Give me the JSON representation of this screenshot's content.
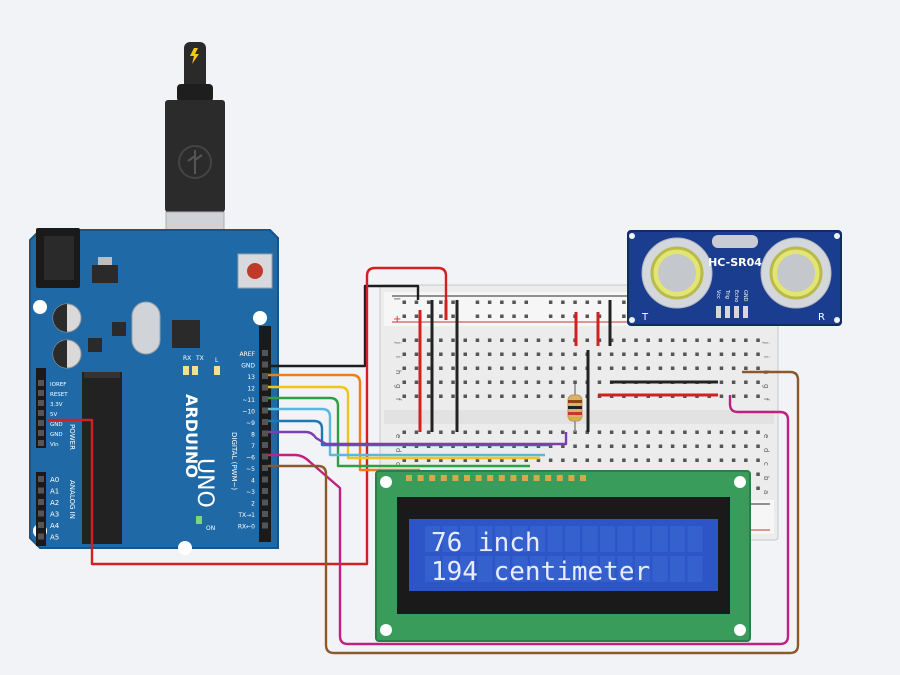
{
  "arduino": {
    "brand": "ARDUINO",
    "model": "UNO",
    "digital_header_label": "DIGITAL (PWM~)",
    "power_header_label": "POWER",
    "analog_header_label": "ANALOG IN",
    "on_label": "ON",
    "l_label": "L",
    "tx_label": "TX",
    "rx_label": "RX",
    "digital_pins": [
      "AREF",
      "GND",
      "13",
      "12",
      "~11",
      "~10",
      "~9",
      "8",
      "7",
      "~6",
      "~5",
      "4",
      "~3",
      "2",
      "TX→1",
      "RX←0"
    ],
    "power_pins": [
      "IOREF",
      "RESET",
      "3.3V",
      "5V",
      "GND",
      "GND",
      "Vin"
    ],
    "analog_pins": [
      "A0",
      "A1",
      "A2",
      "A3",
      "A4",
      "A5"
    ]
  },
  "sensor": {
    "label": "HC-SR04",
    "left_mark": "T",
    "right_mark": "R",
    "pins": [
      "Vcc",
      "Trig",
      "Echo",
      "GND"
    ]
  },
  "breadboard": {
    "row_labels_top": [
      "j",
      "i",
      "h",
      "g",
      "f"
    ],
    "row_labels_bottom": [
      "e",
      "d",
      "c",
      "b",
      "a"
    ],
    "rail_minus": "−",
    "rail_plus": "+"
  },
  "lcd": {
    "line1": "76 inch",
    "line2": "194 centimeter",
    "backlight_color": "#2e55c7"
  },
  "colors": {
    "board": "#1f6aa6",
    "lcd_pcb": "#3a9c5a",
    "sensor_pcb": "#1a3d8f"
  }
}
